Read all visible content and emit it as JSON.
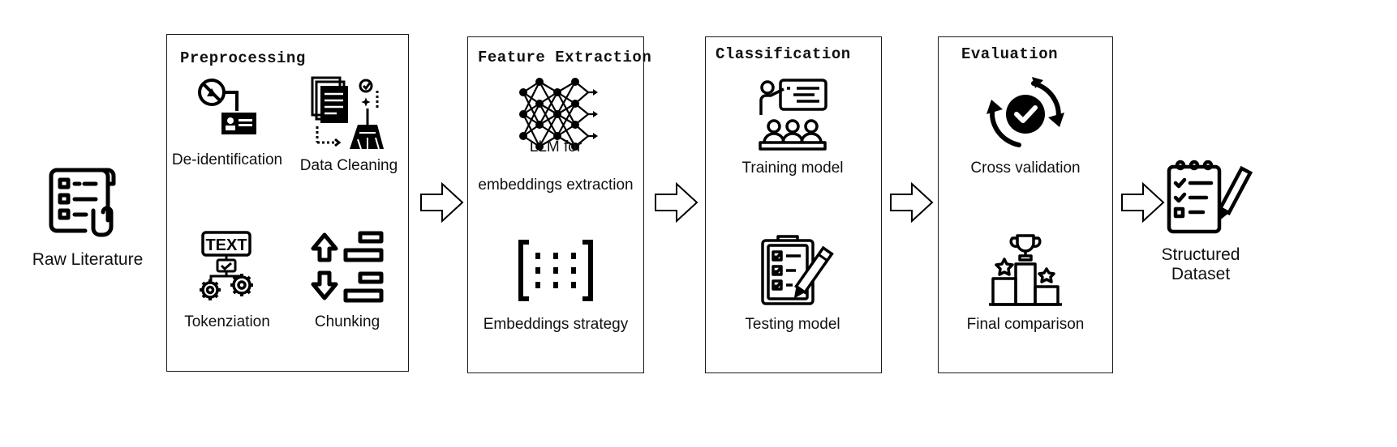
{
  "input": {
    "label": "Raw Literature",
    "icon": "document-list-hand-icon"
  },
  "output": {
    "label_line1": "Structured",
    "label_line2": "Dataset",
    "icon": "clipboard-checklist-pen-icon"
  },
  "stages": {
    "preprocessing": {
      "title": "Preprocessing",
      "steps": [
        {
          "label": "De-identification",
          "icon": "anonymous-id-card-icon"
        },
        {
          "label": "Data Cleaning",
          "icon": "documents-broom-icon"
        },
        {
          "label": "Tokenziation",
          "icon": "text-gears-icon"
        },
        {
          "label": "Chunking",
          "icon": "chunk-arrows-icon"
        }
      ]
    },
    "feature_extraction": {
      "title": "Feature Extraction",
      "steps": [
        {
          "label_line1": "LLM for",
          "label_line2": "embeddings extraction",
          "icon": "neural-network-icon"
        },
        {
          "label": "Embeddings strategy",
          "icon": "matrix-brackets-icon"
        }
      ]
    },
    "classification": {
      "title": "Classification",
      "steps": [
        {
          "label": "Training model",
          "icon": "presentation-audience-icon"
        },
        {
          "label": "Testing model",
          "icon": "clipboard-test-icon"
        }
      ]
    },
    "evaluation": {
      "title": "Evaluation",
      "steps": [
        {
          "label": "Cross validation",
          "icon": "cycle-check-icon"
        },
        {
          "label": "Final comparison",
          "icon": "podium-trophy-icon"
        }
      ]
    }
  }
}
